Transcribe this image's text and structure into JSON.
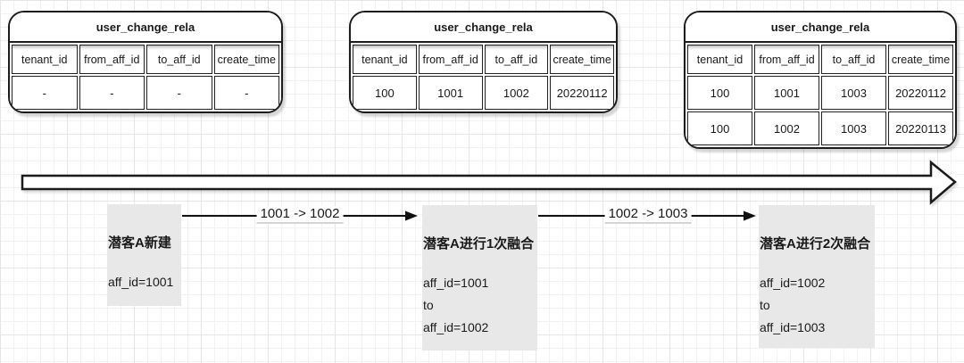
{
  "diagram": {
    "tables": [
      {
        "title": "user_change_rela",
        "columns": [
          "tenant_id",
          "from_aff_id",
          "to_aff_id",
          "create_time"
        ],
        "rows": [
          [
            "-",
            "-",
            "-",
            "-"
          ]
        ]
      },
      {
        "title": "user_change_rela",
        "columns": [
          "tenant_id",
          "from_aff_id",
          "to_aff_id",
          "create_time"
        ],
        "rows": [
          [
            "100",
            "1001",
            "1002",
            "20220112"
          ]
        ]
      },
      {
        "title": "user_change_rela",
        "columns": [
          "tenant_id",
          "from_aff_id",
          "to_aff_id",
          "create_time"
        ],
        "rows": [
          [
            "100",
            "1001",
            "1003",
            "20220112"
          ],
          [
            "100",
            "1002",
            "1003",
            "20220113"
          ]
        ]
      }
    ],
    "events": [
      {
        "title": "潜客A新建",
        "lines": [
          "aff_id=1001"
        ]
      },
      {
        "title": "潜客A进行1次融合",
        "lines": [
          "aff_id=1001",
          "to",
          "aff_id=1002"
        ]
      },
      {
        "title": "潜客A进行2次融合",
        "lines": [
          "aff_id=1002",
          "to",
          "aff_id=1003"
        ]
      }
    ],
    "transitions": [
      {
        "label": "1001 -> 1002"
      },
      {
        "label": "1002 -> 1003"
      }
    ],
    "timeline_arrow": {
      "direction": "right"
    },
    "colors": {
      "stroke": "#1c1c1c",
      "event_box_bg": "#e8e8e8",
      "canvas_bg": "#ffffff",
      "grid_minor": "#f2f2f2",
      "grid_major": "#e6e6e6",
      "label_underline": "#d4d4d4"
    }
  }
}
